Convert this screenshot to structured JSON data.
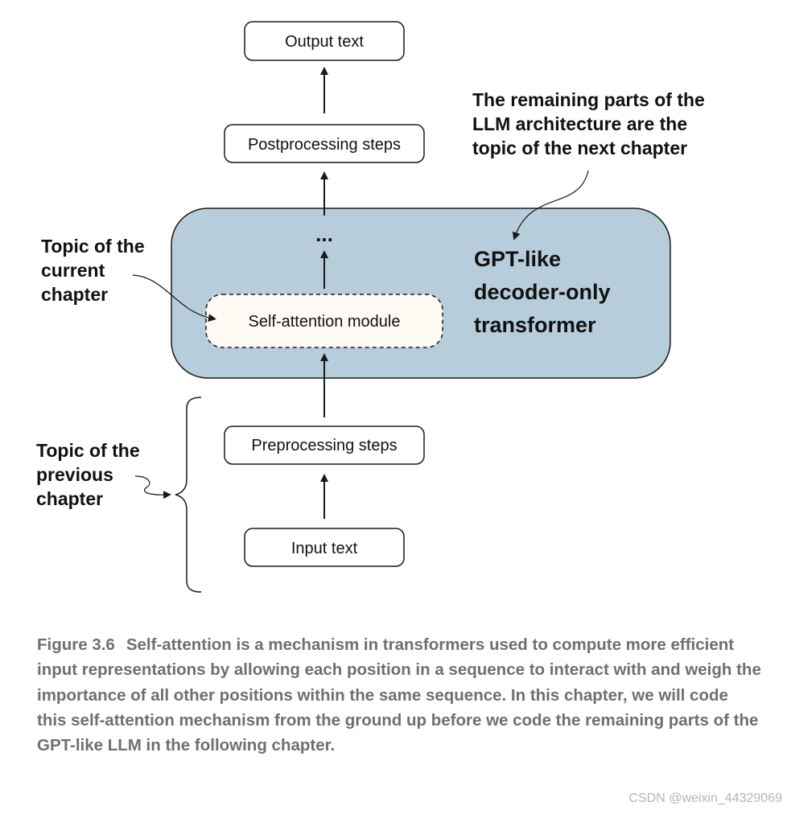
{
  "diagram": {
    "boxes": {
      "output_text": "Output text",
      "postprocessing_steps": "Postprocessing steps",
      "self_attention_module": "Self-attention module",
      "preprocessing_steps": "Preprocessing steps",
      "input_text": "Input text"
    },
    "ellipsis": "...",
    "gpt_label": {
      "line1": "GPT-like",
      "line2": "decoder-only",
      "line3": "transformer"
    },
    "annotations": {
      "remaining_parts": {
        "line1": "The remaining parts of the",
        "line2": "LLM architecture are the",
        "line3": "topic of the next chapter"
      },
      "current_chapter": {
        "line1": "Topic of the",
        "line2": "current",
        "line3": "chapter"
      },
      "previous_chapter": {
        "line1": "Topic of the",
        "line2": "previous",
        "line3": "chapter"
      }
    },
    "colors": {
      "transformer_fill": "#b8cddb",
      "module_fill": "#fdfbf4",
      "stroke": "#1a1a1a"
    }
  },
  "caption": {
    "figure_number": "Figure 3.6",
    "text": "Self-attention is a mechanism in transformers used to compute more efficient input representations by allowing each position in a sequence to interact with and weigh the importance of all other positions within the same sequence. In this chapter, we will code this self-attention mechanism from the ground up before we code the remaining parts of the GPT-like LLM in the following chapter."
  },
  "watermark": "CSDN @weixin_44329069"
}
